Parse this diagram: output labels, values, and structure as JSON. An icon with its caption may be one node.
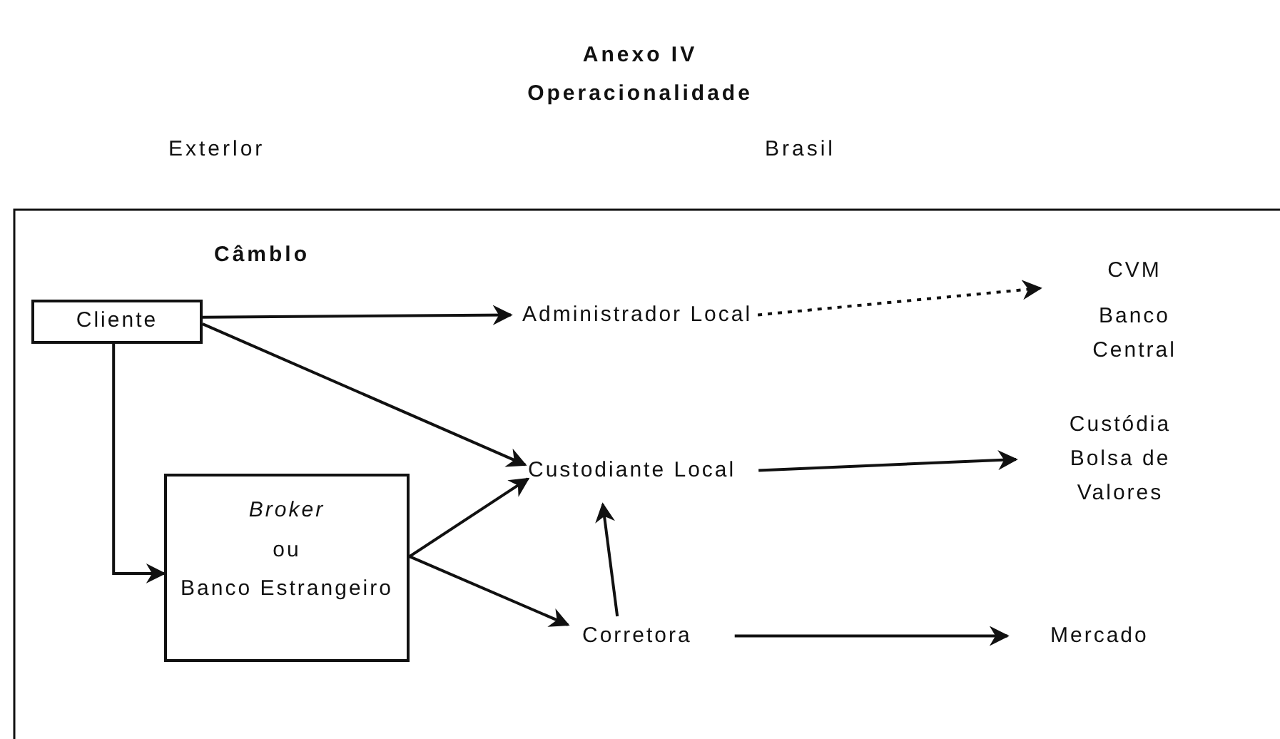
{
  "diagram": {
    "title": "Anexo IV",
    "nodes": [
      {
        "text": [
          "Cliente"
        ]
      },
      {
        "text": [
          "*Broker*",
          "ou",
          "Banco Estrangeiro"
        ]
      },
      {
        "text": [
          "Administrador Local"
        ]
      },
      {
        "text": [
          "CVM",
          "Banco Central"
        ]
      },
      {
        "text": [
          "Custodiante Local"
        ]
      },
      {
        "text": [
          "Custódia Bolsa de Valores"
        ]
      },
      {
        "text": [
          "Corretora"
        ]
      },
      {
        "text": [
          "Mercado"
        ]
      }
    ],
    "edges": [
      {
        "from": 0,
        "to": 2,
        "arrow": "to"
      },
      {
        "from": 0,
        "to": 4,
        "arrow": "to"
      },
      {
        "from": 0,
        "to": 1,
        "arrow": "to"
      },
      {
        "from": 1,
        "to": 4,
        "arrow": "to"
      },
      {
        "from": 1,
        "to": 6,
        "arrow": "to"
      },
      {
        "from": 6,
        "to": 4,
        "arrow": "to"
      },
      {
        "from": 2,
        "to": 3,
        "arrow": "to",
        "style": "dashed"
      },
      {
        "from": 4,
        "to": 5,
        "arrow": "to"
      },
      {
        "from": 6,
        "to": 7,
        "arrow": "to"
      }
    ],
    "labels": [
      "Operacionalidade",
      "Exterlor",
      "Brasil",
      "Câmblo"
    ]
  }
}
